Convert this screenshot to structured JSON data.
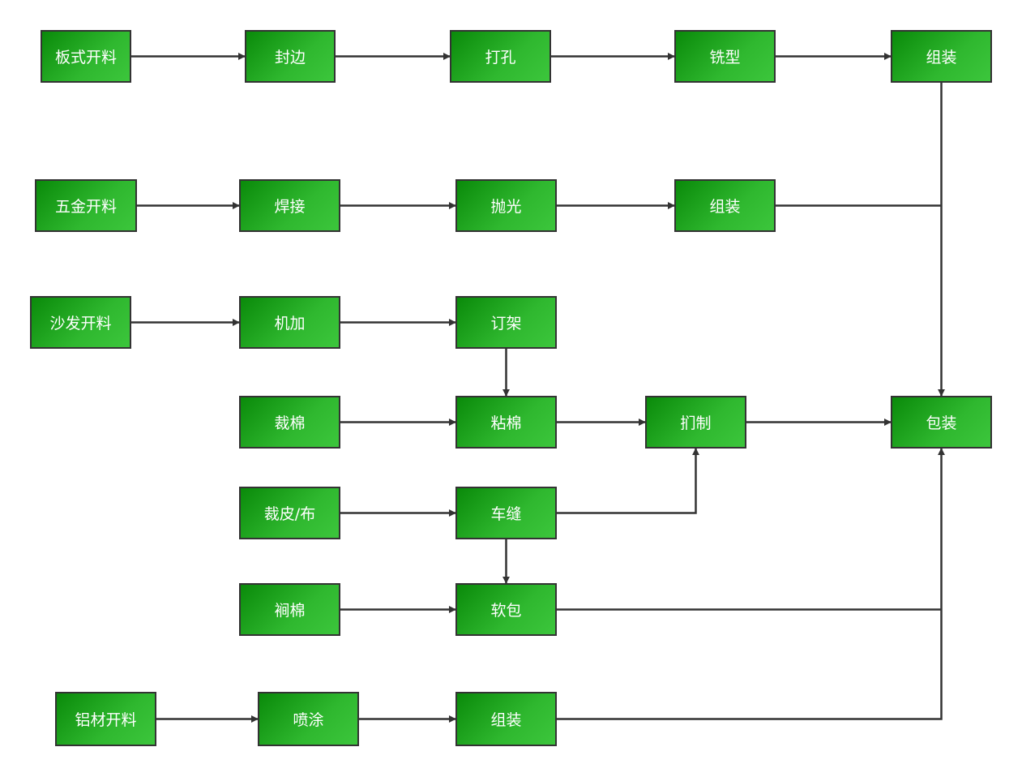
{
  "diagram": {
    "type": "flowchart",
    "colors": {
      "node_fill_dark": "#0a8a0a",
      "node_fill_light": "#3cc63c",
      "border": "#333333",
      "edge": "#333333",
      "text": "#ffffff"
    },
    "nodes": [
      {
        "id": "panel_cut",
        "label": "板式开料"
      },
      {
        "id": "edge_band",
        "label": "封边"
      },
      {
        "id": "drill",
        "label": "打孔"
      },
      {
        "id": "mill",
        "label": "铣型"
      },
      {
        "id": "assemble_1",
        "label": "组装"
      },
      {
        "id": "hardware_cut",
        "label": "五金开料"
      },
      {
        "id": "weld",
        "label": "焊接"
      },
      {
        "id": "polish",
        "label": "抛光"
      },
      {
        "id": "assemble_2",
        "label": "组装"
      },
      {
        "id": "sofa_cut",
        "label": "沙发开料"
      },
      {
        "id": "machining",
        "label": "机加"
      },
      {
        "id": "frame",
        "label": "订架"
      },
      {
        "id": "cut_foam",
        "label": "裁棉"
      },
      {
        "id": "glue_foam",
        "label": "粘棉"
      },
      {
        "id": "upholster",
        "label": "扪制"
      },
      {
        "id": "package",
        "label": "包装"
      },
      {
        "id": "cut_leather",
        "label": "裁皮/布"
      },
      {
        "id": "sewing",
        "label": "车缝"
      },
      {
        "id": "trim_foam",
        "label": "裥棉"
      },
      {
        "id": "soft_pack",
        "label": "软包"
      },
      {
        "id": "alu_cut",
        "label": "铝材开料"
      },
      {
        "id": "spray",
        "label": "喷涂"
      },
      {
        "id": "assemble_3",
        "label": "组装"
      }
    ],
    "edges": [
      {
        "from": "panel_cut",
        "to": "edge_band"
      },
      {
        "from": "edge_band",
        "to": "drill"
      },
      {
        "from": "drill",
        "to": "mill"
      },
      {
        "from": "mill",
        "to": "assemble_1"
      },
      {
        "from": "assemble_1",
        "to": "package"
      },
      {
        "from": "hardware_cut",
        "to": "weld"
      },
      {
        "from": "weld",
        "to": "polish"
      },
      {
        "from": "polish",
        "to": "assemble_2"
      },
      {
        "from": "assemble_2",
        "to": "package"
      },
      {
        "from": "sofa_cut",
        "to": "machining"
      },
      {
        "from": "machining",
        "to": "frame"
      },
      {
        "from": "frame",
        "to": "glue_foam"
      },
      {
        "from": "cut_foam",
        "to": "glue_foam"
      },
      {
        "from": "glue_foam",
        "to": "upholster"
      },
      {
        "from": "upholster",
        "to": "package"
      },
      {
        "from": "cut_leather",
        "to": "sewing"
      },
      {
        "from": "sewing",
        "to": "upholster"
      },
      {
        "from": "sewing",
        "to": "soft_pack"
      },
      {
        "from": "trim_foam",
        "to": "soft_pack"
      },
      {
        "from": "soft_pack",
        "to": "package"
      },
      {
        "from": "alu_cut",
        "to": "spray"
      },
      {
        "from": "spray",
        "to": "assemble_3"
      },
      {
        "from": "assemble_3",
        "to": "package"
      }
    ]
  }
}
